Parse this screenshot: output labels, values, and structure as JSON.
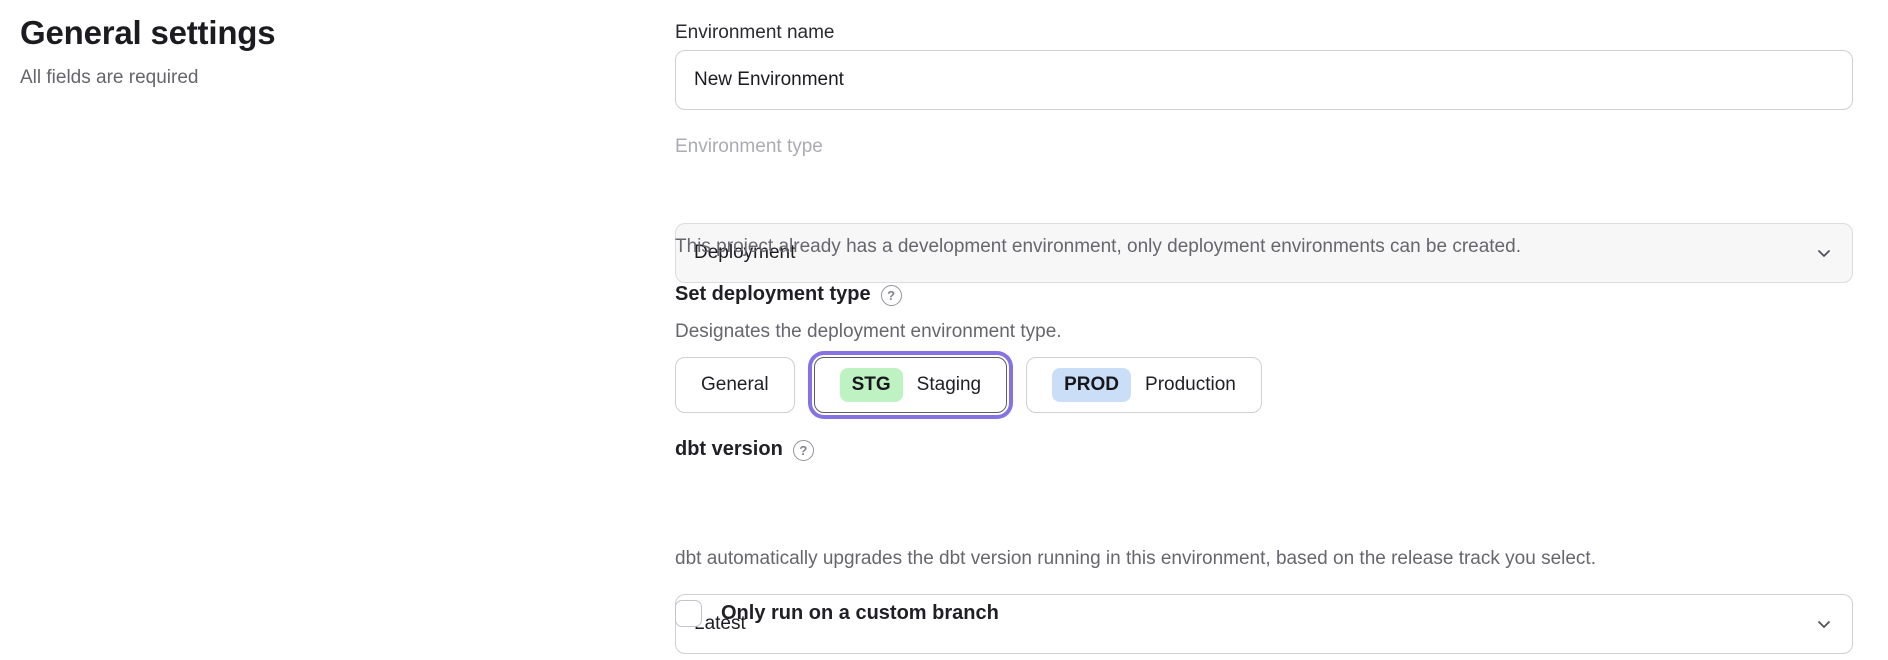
{
  "header": {
    "title": "General settings",
    "subtitle": "All fields are required"
  },
  "form": {
    "environment_name": {
      "label": "Environment name",
      "value": "New Environment"
    },
    "environment_type": {
      "label": "Environment type",
      "value": "Deployment",
      "helper": "This project already has a development environment, only deployment environments can be created."
    },
    "deployment_type": {
      "label": "Set deployment type",
      "help_icon": "question-mark-circle",
      "helper": "Designates the deployment environment type.",
      "options": [
        {
          "label": "General",
          "badge": null,
          "selected": false
        },
        {
          "label": "Staging",
          "badge": "STG",
          "selected": true
        },
        {
          "label": "Production",
          "badge": "PROD",
          "selected": false
        }
      ]
    },
    "dbt_version": {
      "label": "dbt version",
      "help_icon": "question-mark-circle",
      "value": "Latest",
      "helper": "dbt automatically upgrades the dbt version running in this environment, based on the release track you select."
    },
    "custom_branch": {
      "label": "Only run on a custom branch",
      "checked": false
    }
  },
  "colors": {
    "selected_ring": "#8672e4",
    "stg_badge_bg": "#bff2c3",
    "prod_badge_bg": "#cadef8"
  }
}
